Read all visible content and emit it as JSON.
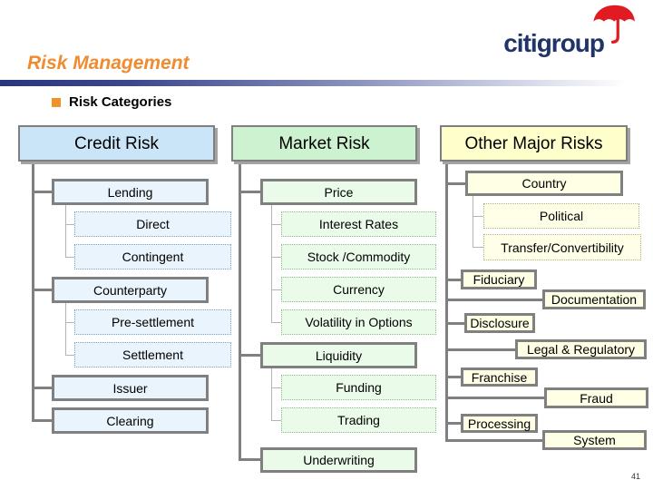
{
  "slide": {
    "title": "Risk Management",
    "section_label": "Risk Categories",
    "page_number": "41"
  },
  "logo": {
    "text": "citigroup",
    "umbrella_icon": "red-umbrella"
  },
  "colors": {
    "title_orange": "#ef8c30",
    "bullet_orange": "#f0922b",
    "divider_navy": "#2a3580",
    "logo_navy": "#203468",
    "logo_red": "#e11b22",
    "connector_gray": "#808080",
    "credit_header_fill": "#cbe5f8",
    "credit_child_fill": "#e9f4fc",
    "market_header_fill": "#cdf2cf",
    "market_child_fill": "#eafbea",
    "other_header_fill": "#ffffcc",
    "other_child_fill": "#ffffe6"
  },
  "tree": {
    "columns": [
      {
        "header": "Credit Risk",
        "children": [
          {
            "label": "Lending",
            "level": 1
          },
          {
            "label": "Direct",
            "level": 2
          },
          {
            "label": "Contingent",
            "level": 2
          },
          {
            "label": "Counterparty",
            "level": 1
          },
          {
            "label": "Pre-settlement",
            "level": 2
          },
          {
            "label": "Settlement",
            "level": 2
          },
          {
            "label": "Issuer",
            "level": 1
          },
          {
            "label": "Clearing",
            "level": 1
          }
        ]
      },
      {
        "header": "Market Risk",
        "children": [
          {
            "label": "Price",
            "level": 1
          },
          {
            "label": "Interest Rates",
            "level": 2
          },
          {
            "label": "Stock /Commodity",
            "level": 2
          },
          {
            "label": "Currency",
            "level": 2
          },
          {
            "label": "Volatility in Options",
            "level": 2
          },
          {
            "label": "Liquidity",
            "level": 1
          },
          {
            "label": "Funding",
            "level": 2
          },
          {
            "label": "Trading",
            "level": 2
          },
          {
            "label": "Underwriting",
            "level": 1
          }
        ]
      },
      {
        "header": "Other Major Risks",
        "children": [
          {
            "label": "Country",
            "level": 1
          },
          {
            "label": "Political",
            "level": 2
          },
          {
            "label": "Transfer/Convertibility",
            "level": 2
          },
          {
            "label": "Fiduciary",
            "level": 1
          },
          {
            "label": "Documentation",
            "level": 1
          },
          {
            "label": "Disclosure",
            "level": 1
          },
          {
            "label": "Legal & Regulatory",
            "level": 1
          },
          {
            "label": "Franchise",
            "level": 1
          },
          {
            "label": "Fraud",
            "level": 1
          },
          {
            "label": "Processing",
            "level": 1
          },
          {
            "label": "System",
            "level": 1
          }
        ]
      }
    ]
  }
}
